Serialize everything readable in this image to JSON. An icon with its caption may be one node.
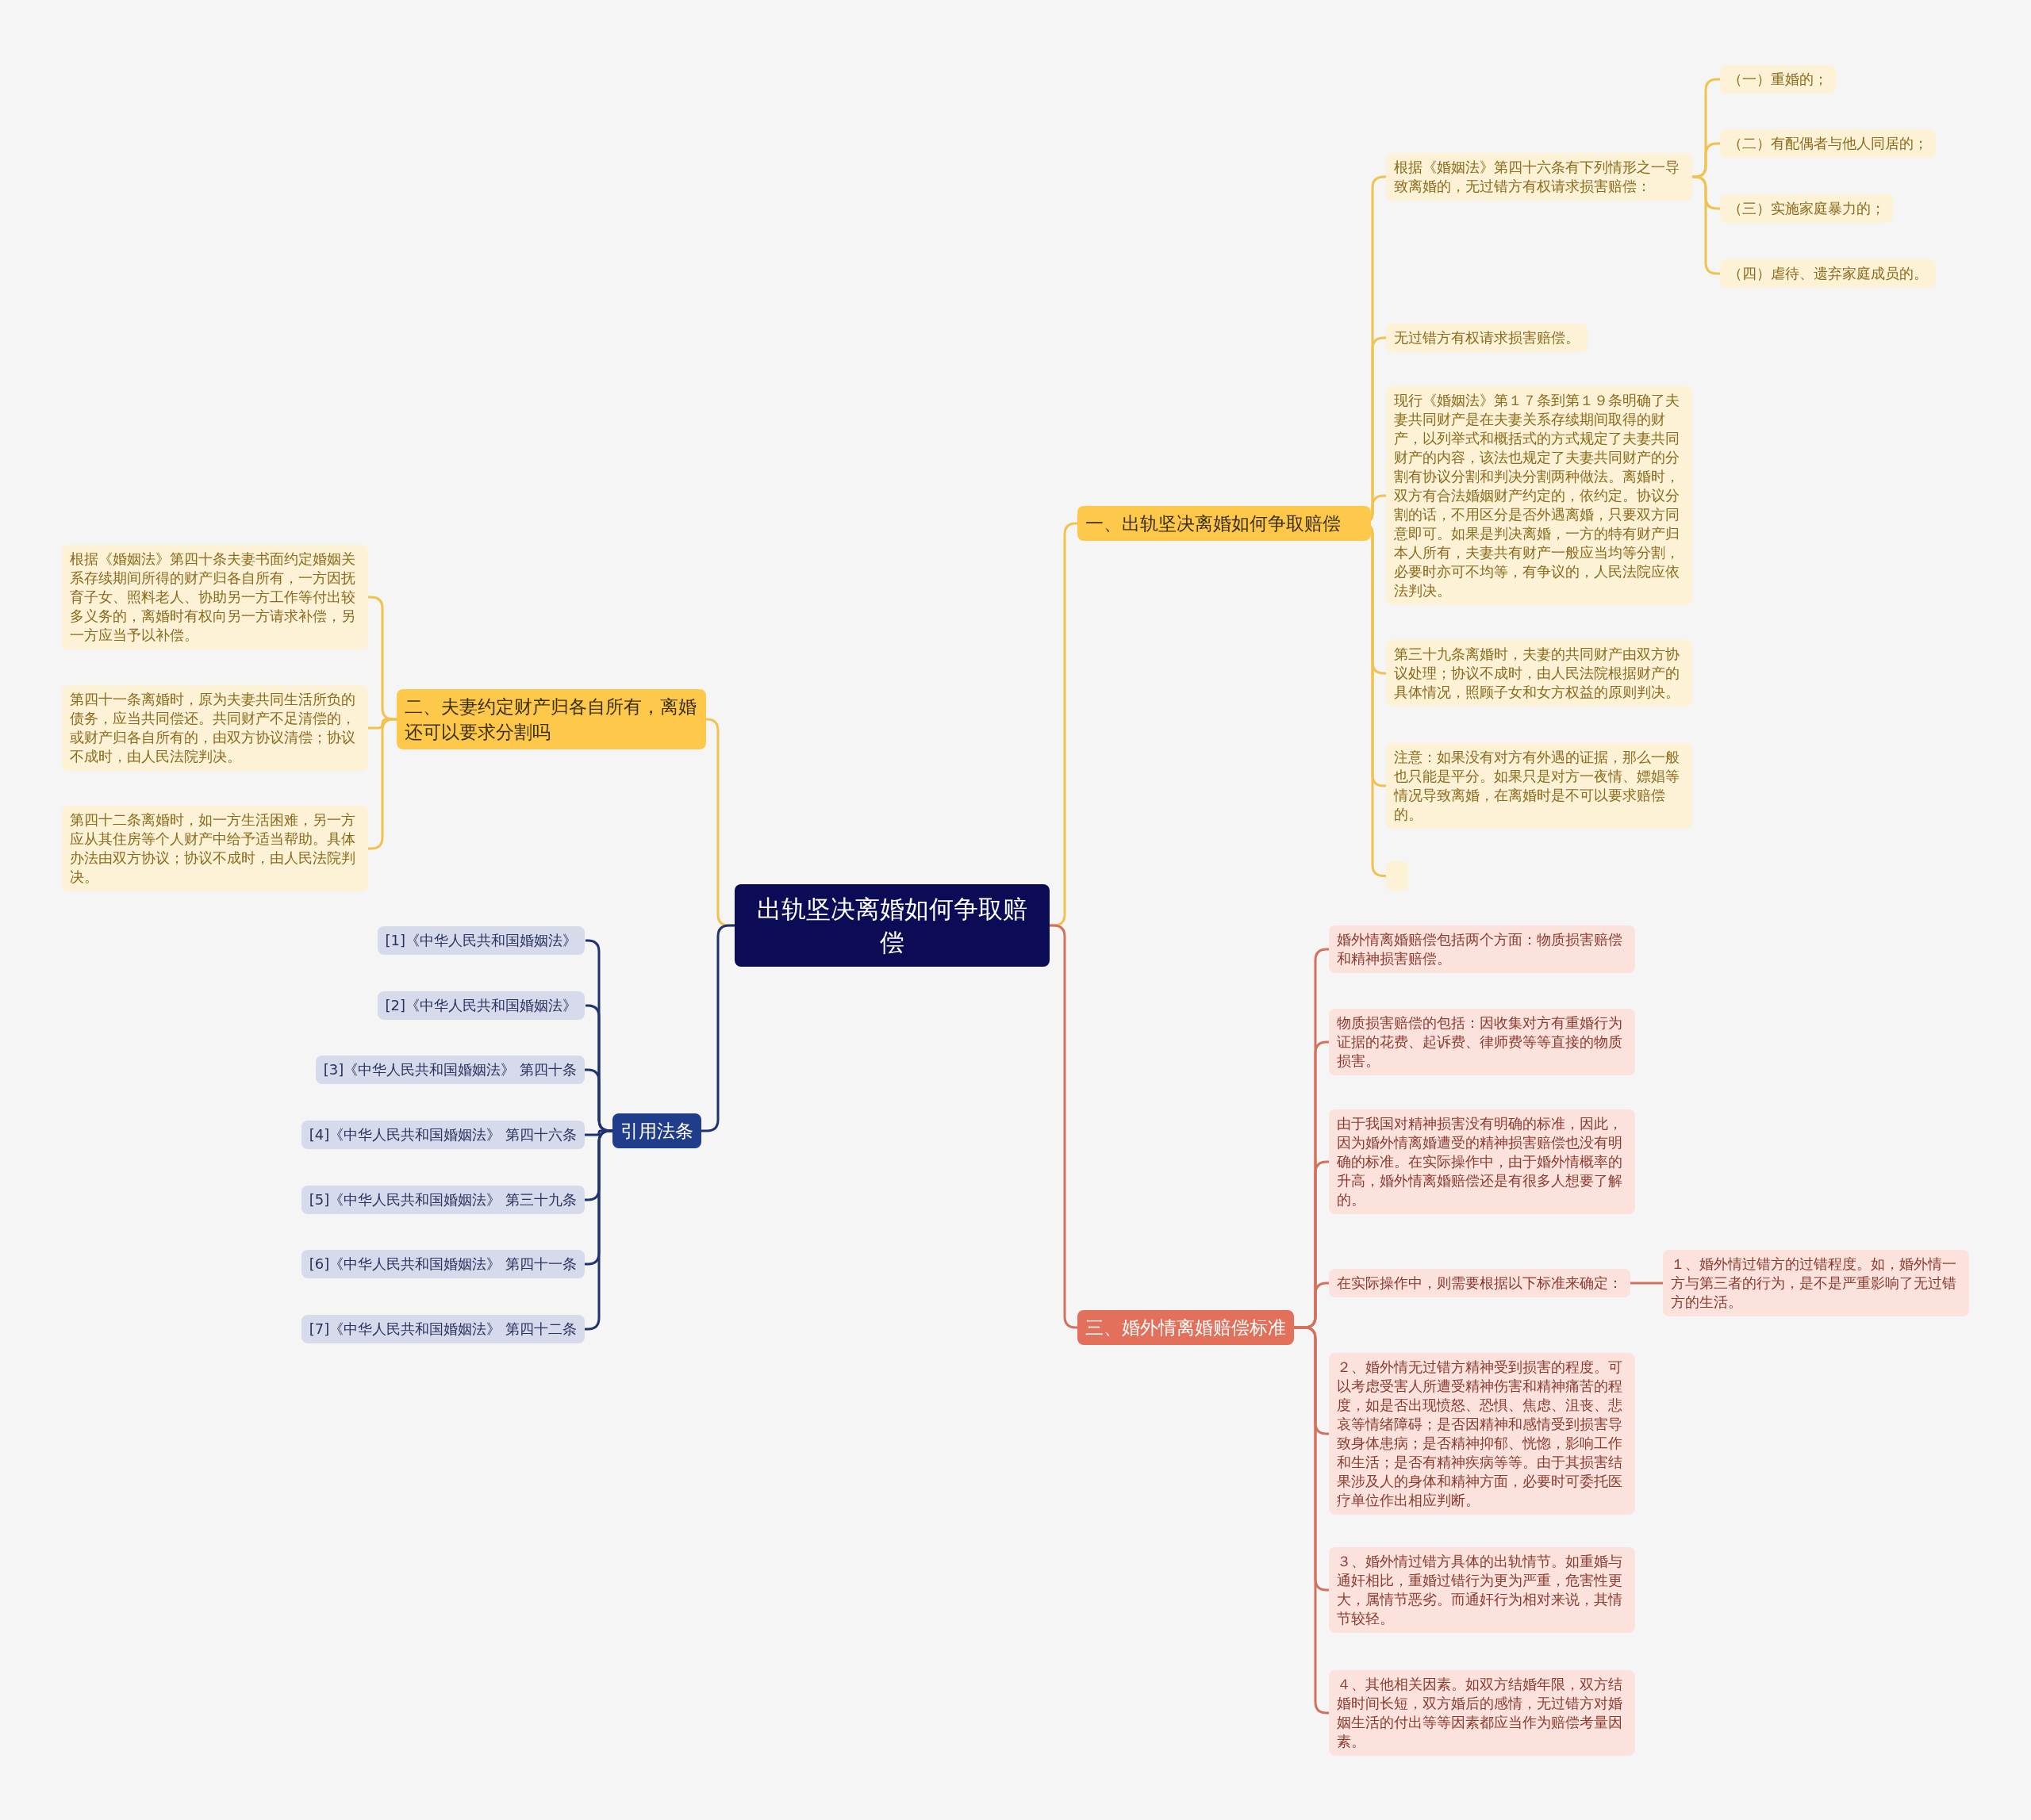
{
  "diagram": {
    "nodes": [
      {
        "text": [
          "出轨坚决离婚如何争取赔偿"
        ]
      },
      {
        "text": [
          "一、出轨坚决离婚如何争取赔偿"
        ]
      },
      {
        "text": [
          "根据《婚姻法》第四十六条有下列情形之一导致离婚的，无过错方有权请求损害赔偿："
        ]
      },
      {
        "text": [
          "（一）重婚的；"
        ]
      },
      {
        "text": [
          "（二）有配偶者与他人同居的；"
        ]
      },
      {
        "text": [
          "（三）实施家庭暴力的；"
        ]
      },
      {
        "text": [
          "（四）虐待、遗弃家庭成员的。"
        ]
      },
      {
        "text": [
          "无过错方有权请求损害赔偿。"
        ]
      },
      {
        "text": [
          "现行《婚姻法》第１７条到第１９条明确了夫妻共同财产是在夫妻关系存续期间取得的财产，以列举式和概括式的方式规定了夫妻共同财产的内容，该法也规定了夫妻共同财产的分割有协议分割和判决分割两种做法。离婚时，双方有合法婚姻财产约定的，依约定。协议分割的话，不用区分是否外遇离婚，只要双方同意即可。如果是判决离婚，一方的特有财产归本人所有，夫妻共有财产一般应当均等分割，必要时亦可不均等，有争议的，人民法院应依法判决。"
        ]
      },
      {
        "text": [
          "第三十九条离婚时，夫妻的共同财产由双方协议处理；协议不成时，由人民法院根据财产的具体情况，照顾子女和女方权益的原则判决。"
        ]
      },
      {
        "text": [
          "注意：如果没有对方有外遇的证据，那么一般也只能是平分。如果只是对方一夜情、嫖娼等情况导致离婚，在离婚时是不可以要求赔偿的。"
        ]
      },
      {
        "text": [],
        "shape": "box"
      },
      {
        "text": [
          "二、夫妻约定财产归各自所有，离婚还可以要求分割吗"
        ]
      },
      {
        "text": [
          "根据《婚姻法》第四十条夫妻书面约定婚姻关系存续期间所得的财产归各自所有，一方因抚育子女、照料老人、协助另一方工作等付出较多义务的，离婚时有权向另一方请求补偿，另一方应当予以补偿。"
        ]
      },
      {
        "text": [
          "第四十一条离婚时，原为夫妻共同生活所负的债务，应当共同偿还。共同财产不足清偿的，或财产归各自所有的，由双方协议清偿；协议不成时，由人民法院判决。"
        ]
      },
      {
        "text": [
          "第四十二条离婚时，如一方生活困难，另一方应从其住房等个人财产中给予适当帮助。具体办法由双方协议；协议不成时，由人民法院判决。"
        ]
      },
      {
        "text": [
          "引用法条"
        ]
      },
      {
        "text": [
          "[1]《中华人民共和国婚姻法》"
        ]
      },
      {
        "text": [
          "[2]《中华人民共和国婚姻法》"
        ]
      },
      {
        "text": [
          "[3]《中华人民共和国婚姻法》 第四十条"
        ]
      },
      {
        "text": [
          "[4]《中华人民共和国婚姻法》 第四十六条"
        ]
      },
      {
        "text": [
          "[5]《中华人民共和国婚姻法》 第三十九条"
        ]
      },
      {
        "text": [
          "[6]《中华人民共和国婚姻法》 第四十一条"
        ]
      },
      {
        "text": [
          "[7]《中华人民共和国婚姻法》 第四十二条"
        ]
      },
      {
        "text": [
          "三、婚外情离婚赔偿标准"
        ]
      },
      {
        "text": [
          "婚外情离婚赔偿包括两个方面：物质损害赔偿和精神损害赔偿。"
        ]
      },
      {
        "text": [
          "物质损害赔偿的包括：因收集对方有重婚行为证据的花费、起诉费、律师费等等直接的物质损害。"
        ]
      },
      {
        "text": [
          "由于我国对精神损害没有明确的标准，因此，因为婚外情离婚遭受的精神损害赔偿也没有明确的标准。在实际操作中，由于婚外情概率的升高，婚外情离婚赔偿还是有很多人想要了解的。"
        ]
      },
      {
        "text": [
          "在实际操作中，则需要根据以下标准来确定："
        ]
      },
      {
        "text": [
          "１、婚外情过错方的过错程度。如，婚外情一方与第三者的行为，是不是严重影响了无过错方的生活。"
        ]
      },
      {
        "text": [
          "２、婚外情无过错方精神受到损害的程度。可以考虑受害人所遭受精神伤害和精神痛苦的程度，如是否出现愤怒、恐惧、焦虑、沮丧、悲哀等情绪障碍；是否因精神和感情受到损害导致身体患病；是否精神抑郁、恍惚，影响工作和生活；是否有精神疾病等等。由于其损害结果涉及人的身体和精神方面，必要时可委托医疗单位作出相应判断。"
        ]
      },
      {
        "text": [
          "３、婚外情过错方具体的出轨情节。如重婚与通奸相比，重婚过错行为更为严重，危害性更大，属情节恶劣。而通奸行为相对来说，其情节较轻。"
        ]
      },
      {
        "text": [
          "４、其他相关因素。如双方结婚年限，双方结婚时间长短，双方婚后的感情，无过错方对婚姻生活的付出等等因素都应当作为赔偿考量因素。"
        ]
      }
    ],
    "edges": [
      {
        "from": 0,
        "to": 1,
        "arrow": "none"
      },
      {
        "from": 1,
        "to": 2,
        "arrow": "none"
      },
      {
        "from": 2,
        "to": 3,
        "arrow": "none"
      },
      {
        "from": 2,
        "to": 4,
        "arrow": "none"
      },
      {
        "from": 2,
        "to": 5,
        "arrow": "none"
      },
      {
        "from": 2,
        "to": 6,
        "arrow": "none"
      },
      {
        "from": 1,
        "to": 7,
        "arrow": "none"
      },
      {
        "from": 1,
        "to": 8,
        "arrow": "none"
      },
      {
        "from": 1,
        "to": 9,
        "arrow": "none"
      },
      {
        "from": 1,
        "to": 10,
        "arrow": "none"
      },
      {
        "from": 1,
        "to": 11,
        "arrow": "none"
      },
      {
        "from": 0,
        "to": 12,
        "arrow": "none"
      },
      {
        "from": 12,
        "to": 13,
        "arrow": "none"
      },
      {
        "from": 12,
        "to": 14,
        "arrow": "none"
      },
      {
        "from": 12,
        "to": 15,
        "arrow": "none"
      },
      {
        "from": 0,
        "to": 16,
        "arrow": "none",
        "color": "#1f3370"
      },
      {
        "from": 16,
        "to": 17,
        "arrow": "none",
        "color": "#1f3370"
      },
      {
        "from": 16,
        "to": 18,
        "arrow": "none",
        "color": "#1f3370"
      },
      {
        "from": 16,
        "to": 19,
        "arrow": "none",
        "color": "#1f3370"
      },
      {
        "from": 16,
        "to": 20,
        "arrow": "none",
        "color": "#1f3370"
      },
      {
        "from": 16,
        "to": 21,
        "arrow": "none",
        "color": "#1f3370"
      },
      {
        "from": 16,
        "to": 22,
        "arrow": "none",
        "color": "#1f3370"
      },
      {
        "from": 16,
        "to": 23,
        "arrow": "none",
        "color": "#1f3370"
      },
      {
        "from": 0,
        "to": 24,
        "arrow": "none",
        "color": "#d4715e"
      },
      {
        "from": 24,
        "to": 25,
        "arrow": "none",
        "color": "#d4715e"
      },
      {
        "from": 24,
        "to": 26,
        "arrow": "none",
        "color": "#d4715e"
      },
      {
        "from": 24,
        "to": 27,
        "arrow": "none",
        "color": "#d4715e"
      },
      {
        "from": 24,
        "to": 28,
        "arrow": "none",
        "color": "#d4715e"
      },
      {
        "from": 28,
        "to": 29,
        "arrow": "none",
        "color": "#d4715e"
      },
      {
        "from": 24,
        "to": 30,
        "arrow": "none",
        "color": "#d4715e"
      },
      {
        "from": 24,
        "to": 31,
        "arrow": "none",
        "color": "#d4715e"
      },
      {
        "from": 24,
        "to": 32,
        "arrow": "none",
        "color": "#d4715e"
      }
    ]
  }
}
